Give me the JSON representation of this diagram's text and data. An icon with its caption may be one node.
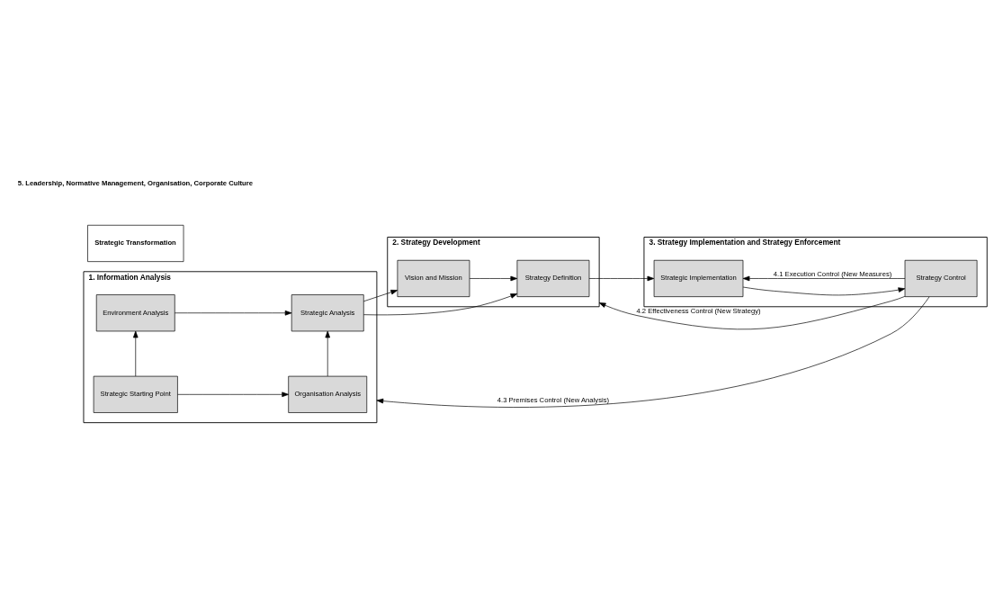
{
  "diagram": {
    "nodes": [
      {
        "text": [
          "1. Information Analysis"
        ]
      },
      {
        "text": [
          "Environment Analysis"
        ],
        "in": 0
      },
      {
        "text": [
          "Strategic Starting Point"
        ],
        "in": 0
      },
      {
        "text": [
          "Strategic Analysis"
        ],
        "in": 0
      },
      {
        "text": [
          "Organisation Analysis"
        ],
        "in": 0
      },
      {
        "text": [
          "2. Strategy Development"
        ]
      },
      {
        "text": [
          "Vision and Mission"
        ],
        "in": 5
      },
      {
        "text": [
          "Strategy Definition"
        ],
        "in": 5
      },
      {
        "text": [
          "3. Strategy Implementation and Strategy Enforcement"
        ]
      },
      {
        "text": [
          "Strategic Transformation"
        ]
      },
      {
        "text": [
          "Strategic Implementation"
        ],
        "in": 8
      },
      {
        "text": [
          "Strategy Control"
        ],
        "in": 8
      }
    ],
    "edges": [
      {
        "from": 2,
        "to": 1,
        "arrow": "to"
      },
      {
        "from": 2,
        "to": 4,
        "arrow": "to"
      },
      {
        "from": 1,
        "to": 3,
        "arrow": "to"
      },
      {
        "from": 4,
        "to": 3,
        "arrow": "to"
      },
      {
        "from": 3,
        "to": 6,
        "arrow": "to"
      },
      {
        "from": 3,
        "to": 7,
        "arrow": "to"
      },
      {
        "from": 6,
        "to": 7,
        "arrow": "to"
      },
      {
        "from": 7,
        "to": 10,
        "arrow": "to"
      },
      {
        "from": 10,
        "to": 11,
        "arrow": "to"
      },
      {
        "from": 11,
        "to": 10,
        "arrow": "to",
        "label": "4.1 Execution Control (New Measures)"
      },
      {
        "from": 11,
        "to": 5,
        "arrow": "to",
        "label": "4.2 Effectiveness Control (New Strategy)"
      },
      {
        "from": 11,
        "to": 0,
        "arrow": "to",
        "label": "4.3 Premises Control (New Analysis)"
      }
    ],
    "labels": [
      "5. Leadership, Normative Management, Organisation, Corporate Culture"
    ]
  }
}
